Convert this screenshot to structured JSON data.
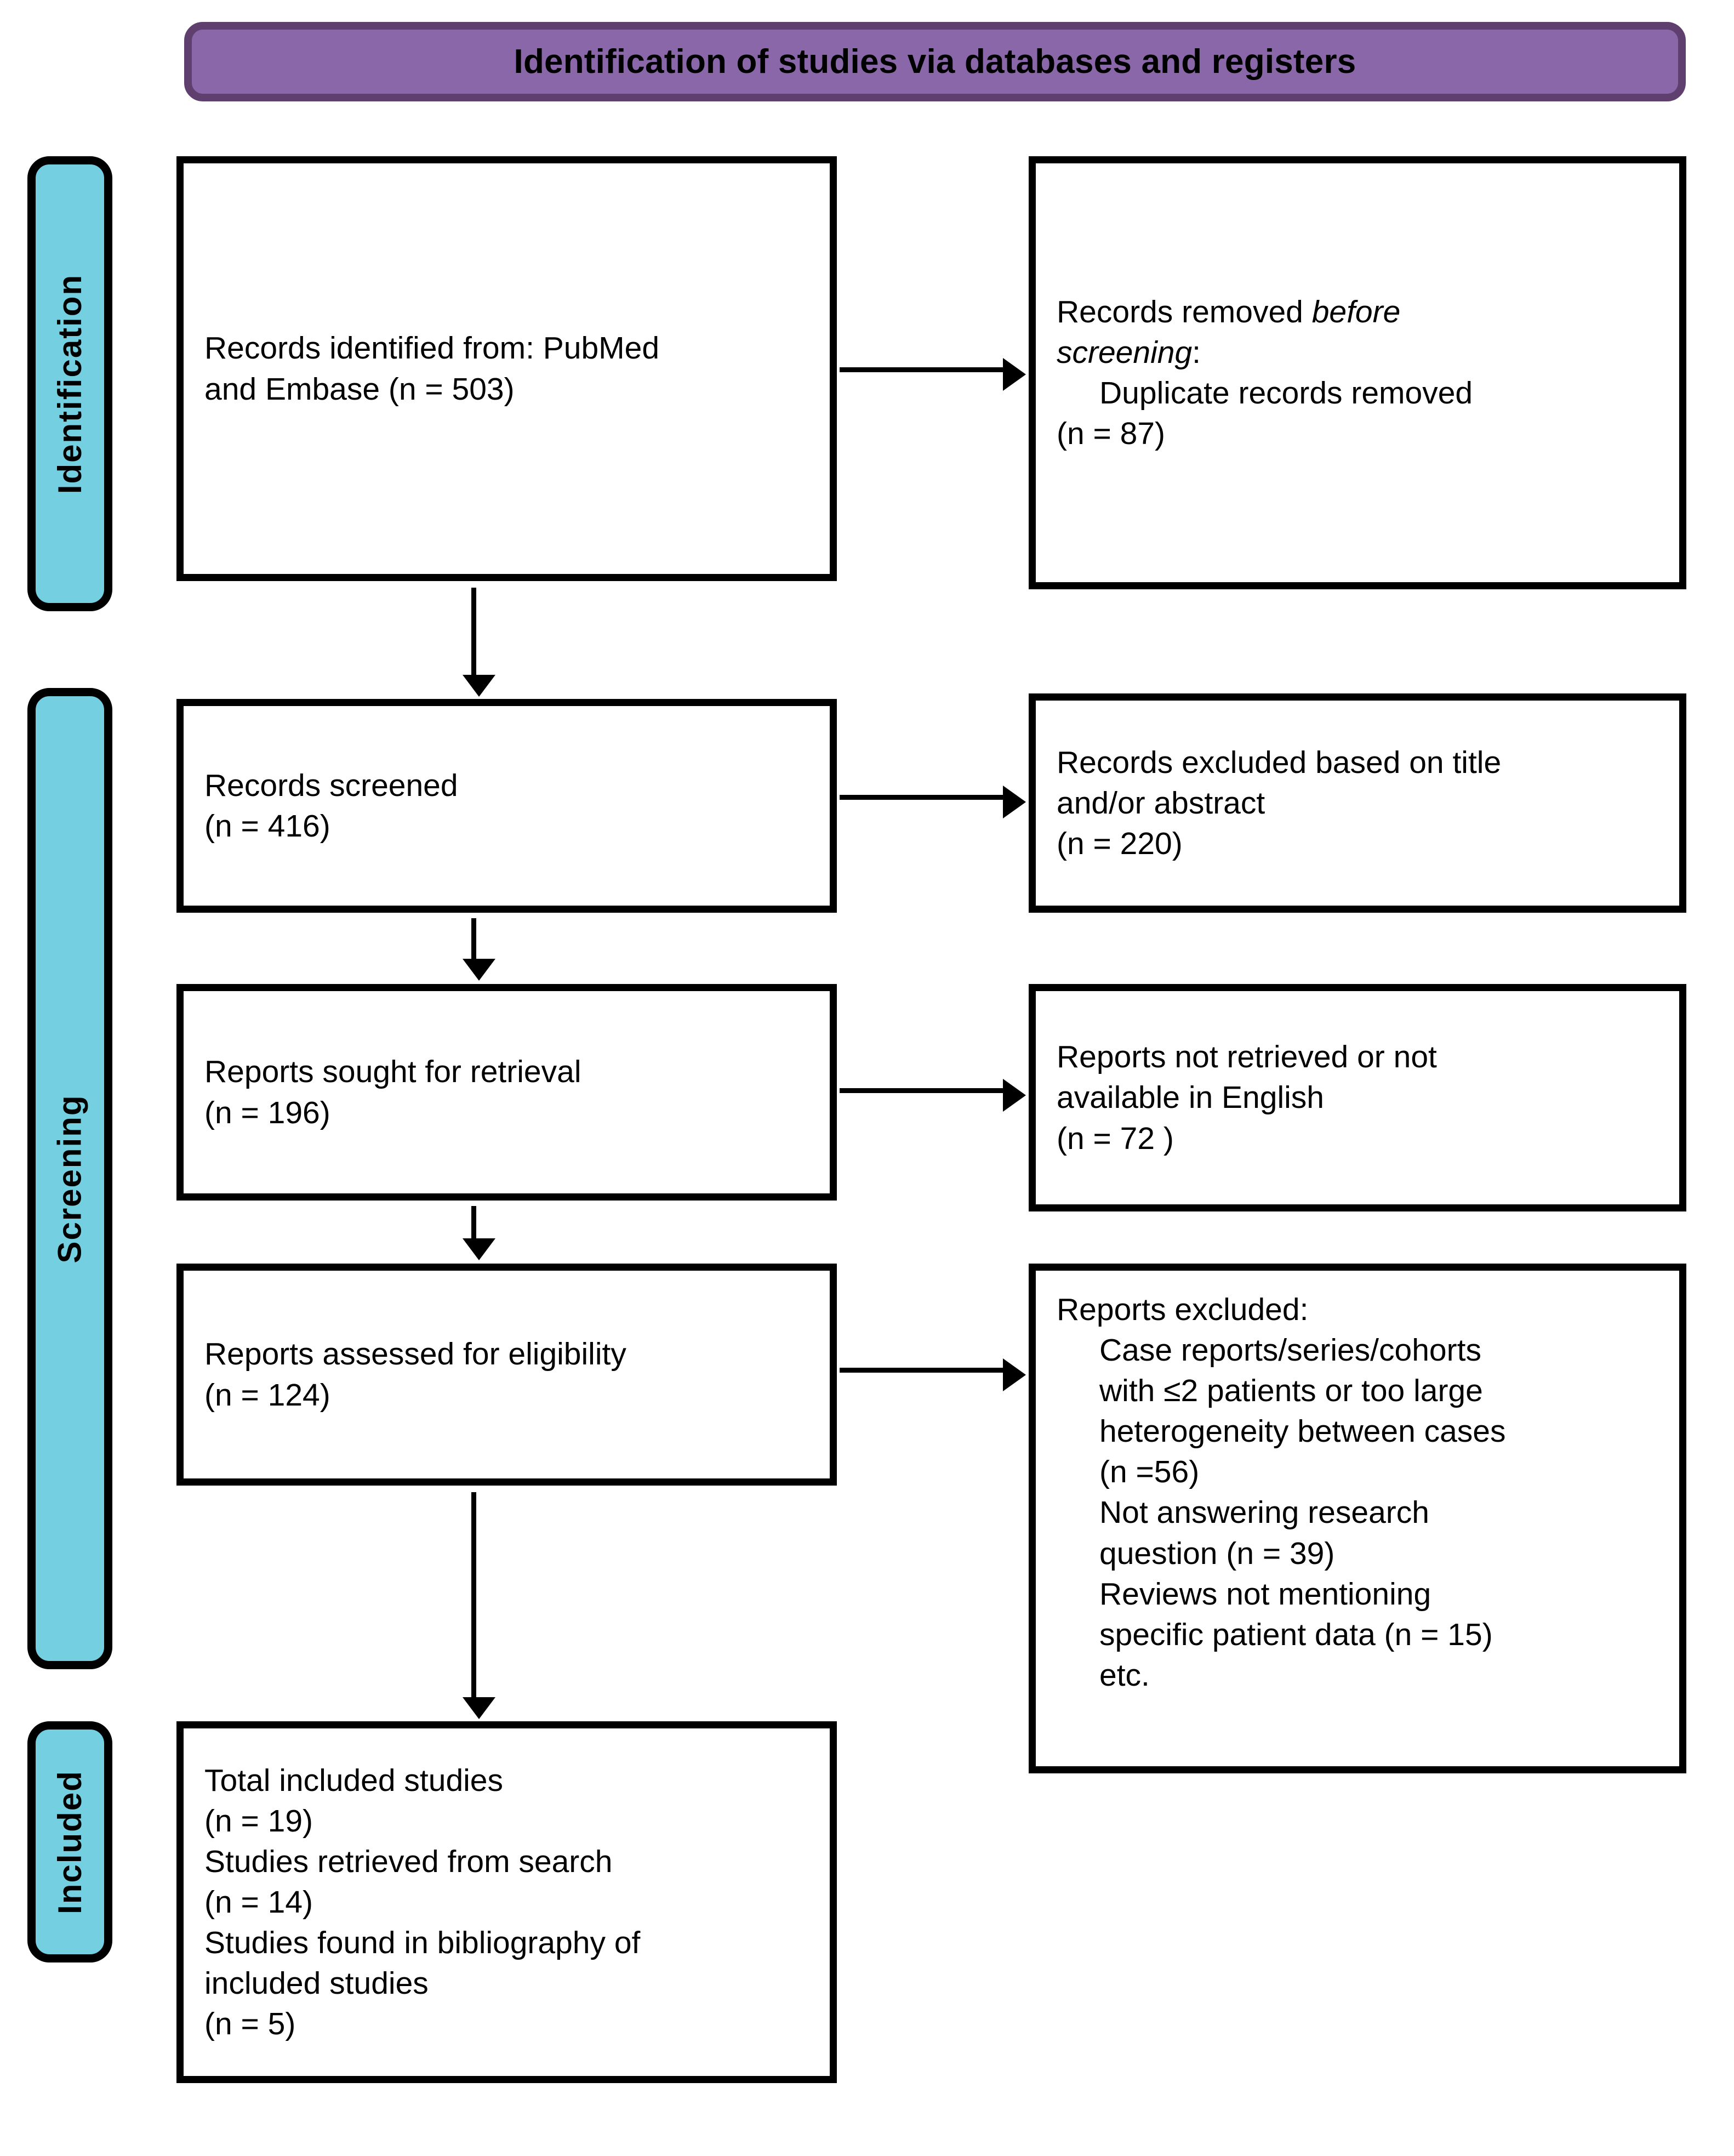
{
  "banner": {
    "title": "Identification of studies via databases and registers",
    "fill_color": "#8A67A8",
    "border_color": "#5E3F6E"
  },
  "phases": {
    "accent_color": "#74CFE0",
    "identification": "Identification",
    "screening": "Screening",
    "included": "Included"
  },
  "boxes": {
    "identified": {
      "line1": "Records identified from: PubMed",
      "line2": "and Embase  (n = 503)"
    },
    "removed": {
      "line1_prefix": "Records removed ",
      "line1_italic": "before",
      "line2_italic": "screening",
      "line2_suffix": ":",
      "line3": "Duplicate records removed",
      "line4": "(n = 87)"
    },
    "screened": {
      "line1": "Records screened",
      "line2": "(n = 416)"
    },
    "excluded_title_abstract": {
      "line1": "Records excluded based on title",
      "line2": "and/or abstract",
      "line3": "(n = 220)"
    },
    "sought": {
      "line1": "Reports sought for retrieval",
      "line2": "(n = 196)"
    },
    "not_retrieved": {
      "line1": "Reports not retrieved or not",
      "line2": "available in English",
      "line3": "(n = 72 )"
    },
    "assessed": {
      "line1": "Reports assessed for eligibility",
      "line2": "(n = 124)"
    },
    "excluded_reports": {
      "line1": "Reports excluded:",
      "line2": "Case reports/series/cohorts",
      "line3": "with ≤2 patients or too large",
      "line4": "heterogeneity between cases",
      "line5": "(n =56)",
      "line6": "Not answering research",
      "line7": "question (n = 39)",
      "line8": "Reviews not mentioning",
      "line9": "specific patient data (n = 15)",
      "line10": "etc."
    },
    "included": {
      "line1": "Total included studies",
      "line2": "(n = 19)",
      "line3": "Studies retrieved from search",
      "line4": "(n = 14)",
      "line5": "Studies found in bibliography of",
      "line6": "included studies",
      "line7": "(n = 5)"
    }
  }
}
